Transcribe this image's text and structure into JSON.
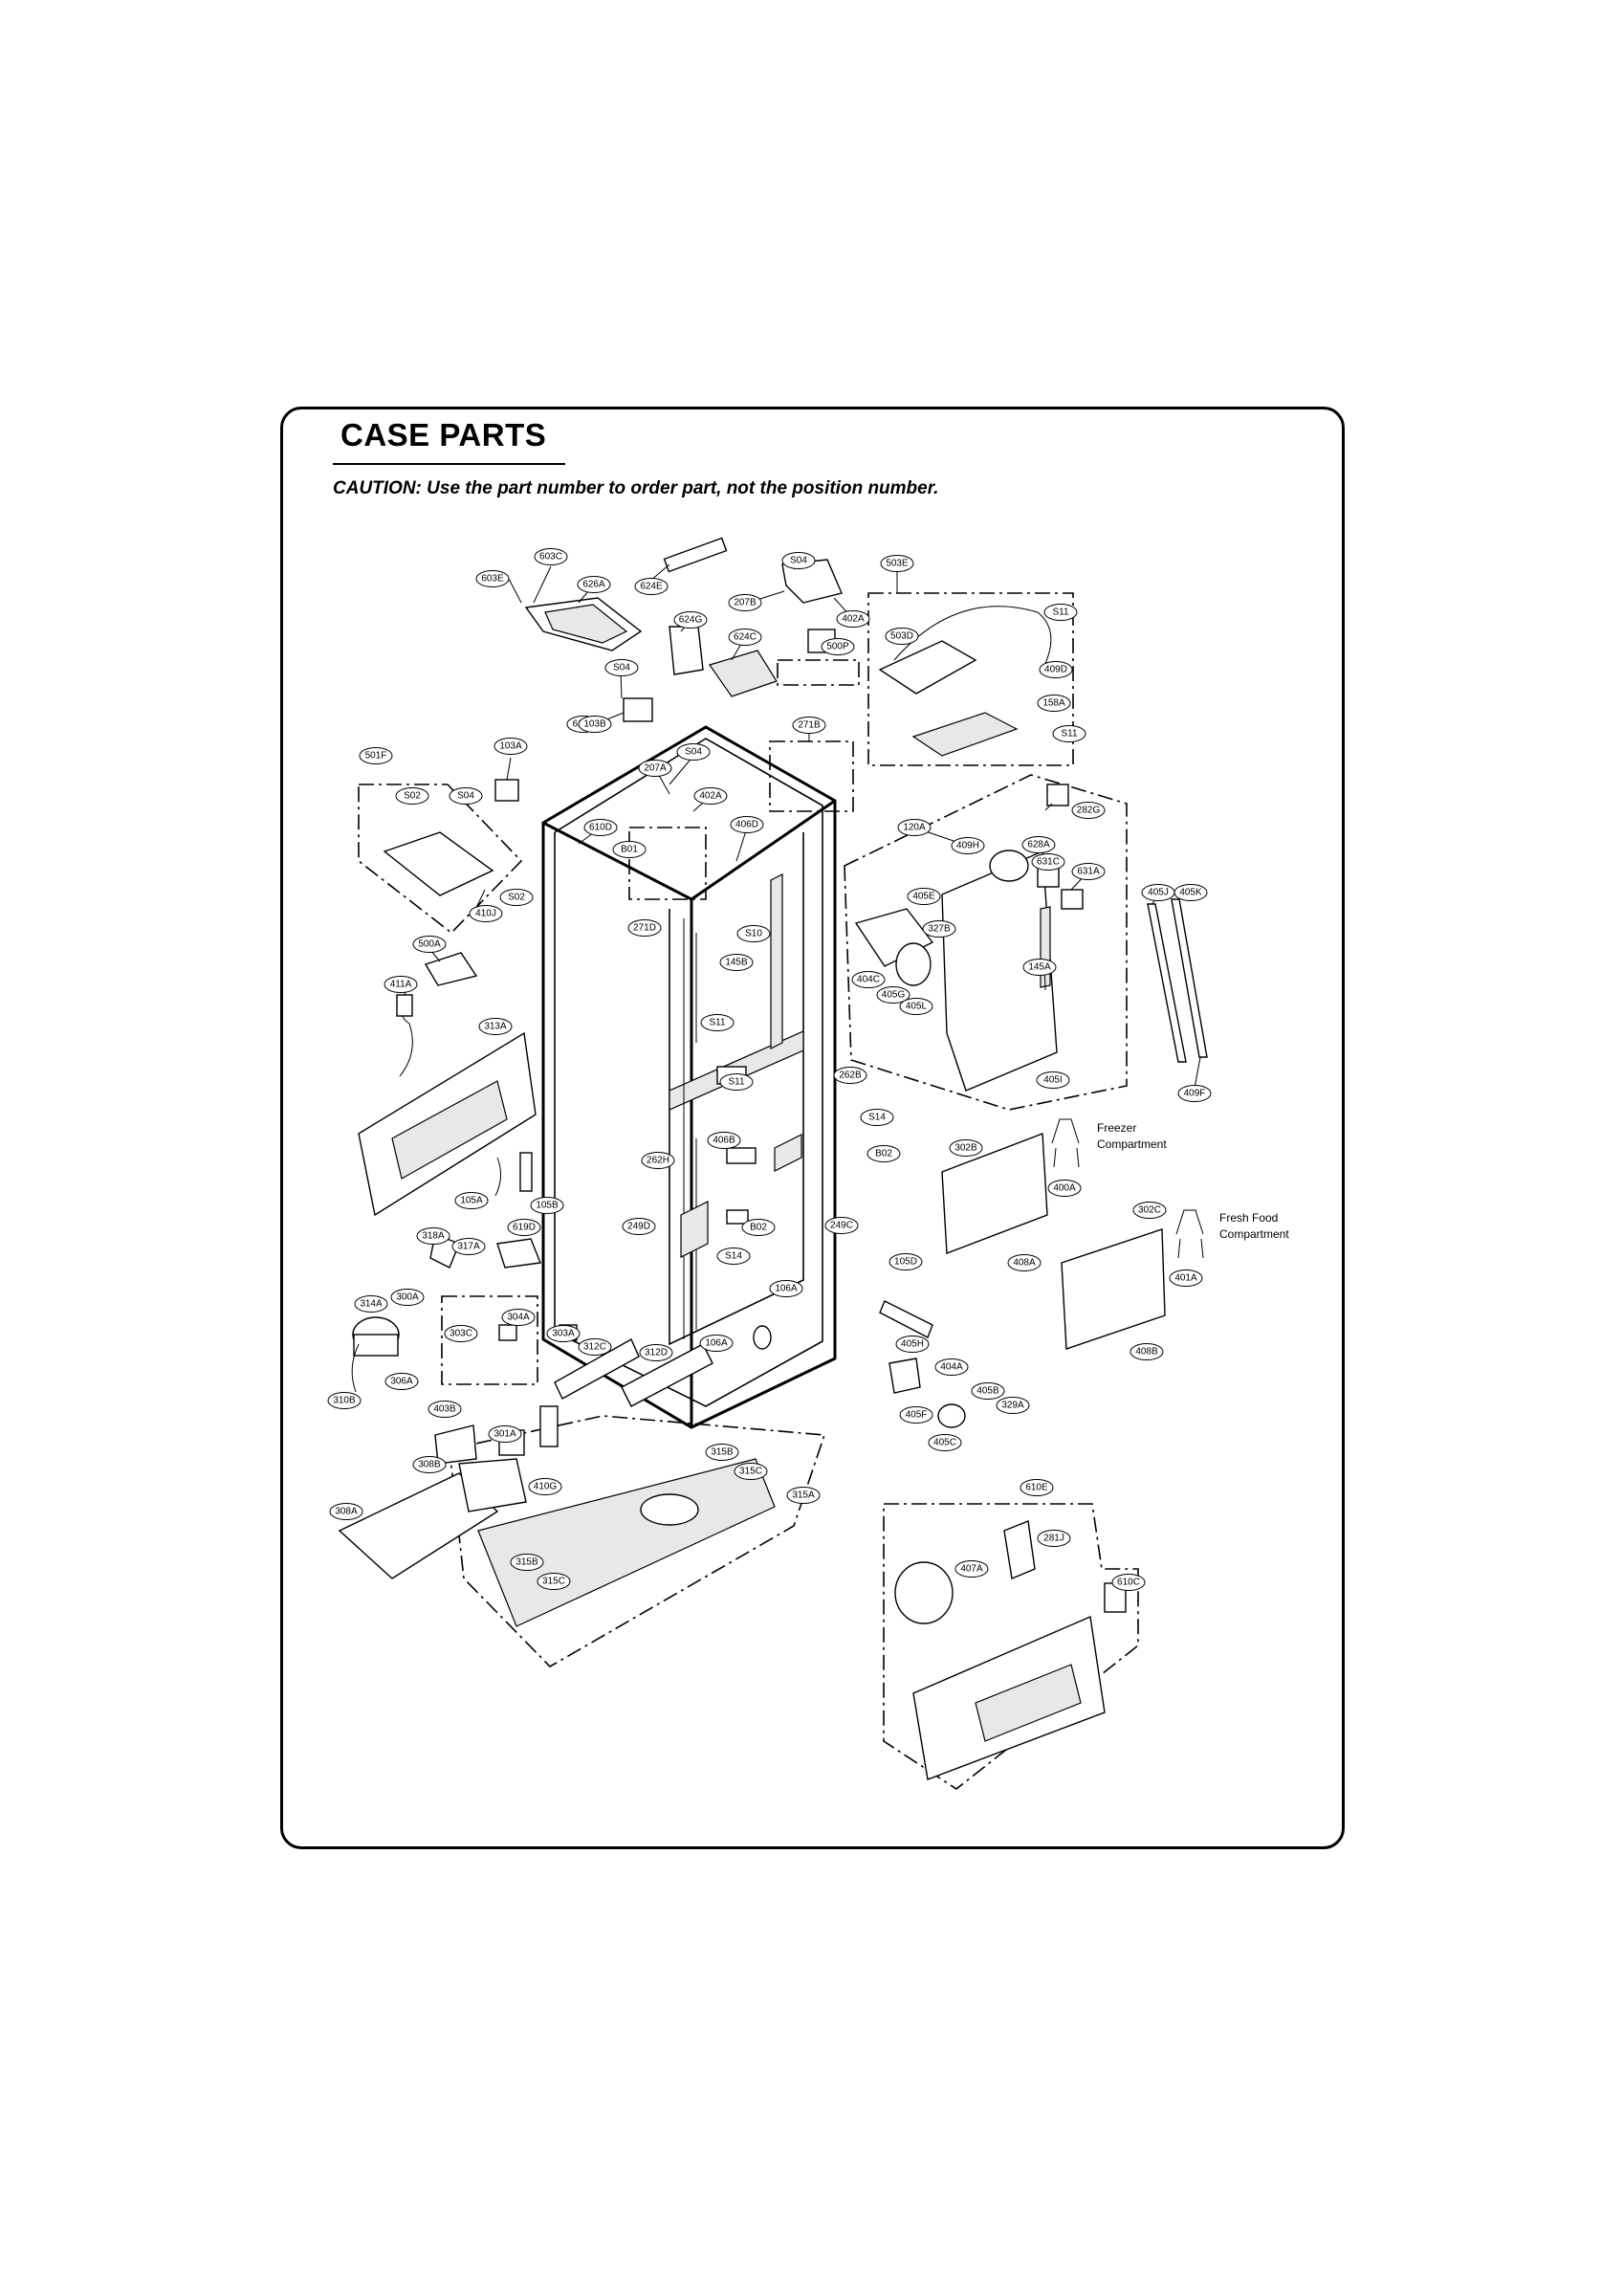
{
  "title": "CASE PARTS",
  "caution": "CAUTION: Use the part number to order part, not the position number.",
  "captions": {
    "freezer": [
      "Freezer",
      "Compartment"
    ],
    "fresh_food": [
      "Fresh Food",
      "Compartment"
    ]
  },
  "callouts": [
    "603C",
    "603E",
    "626A",
    "624E",
    "S04",
    "207B",
    "402A",
    "503E",
    "503D",
    "S11",
    "624G",
    "624C",
    "500P",
    "409D",
    "158A",
    "S11",
    "S04",
    "271B",
    "610F",
    "103B",
    "S04",
    "103A",
    "S04",
    "501F",
    "S02",
    "207A",
    "402A",
    "406D",
    "610D",
    "B01",
    "120A",
    "282G",
    "409H",
    "628A",
    "631C",
    "631A",
    "405J",
    "405K",
    "271D",
    "S02",
    "410J",
    "S10",
    "405E",
    "327B",
    "500A",
    "145B",
    "404C",
    "405G",
    "405L",
    "145A",
    "411A",
    "S11",
    "313A",
    "S11",
    "405I",
    "409F",
    "262B",
    "S14",
    "B02",
    "406B",
    "262H",
    "302B",
    "400A",
    "105A",
    "105B",
    "318A",
    "619D",
    "317A",
    "249D",
    "B02",
    "249C",
    "S14",
    "302C",
    "401A",
    "408A",
    "105D",
    "106A",
    "314A",
    "300A",
    "304A",
    "303C",
    "303A",
    "312C",
    "312D",
    "106A",
    "306A",
    "310B",
    "405H",
    "404A",
    "405B",
    "405F",
    "329A",
    "405C",
    "408B",
    "403B",
    "301A",
    "308B",
    "410G",
    "315B",
    "315C",
    "315A",
    "308A",
    "610E",
    "281J",
    "407A",
    "610C",
    "315B",
    "315C"
  ]
}
